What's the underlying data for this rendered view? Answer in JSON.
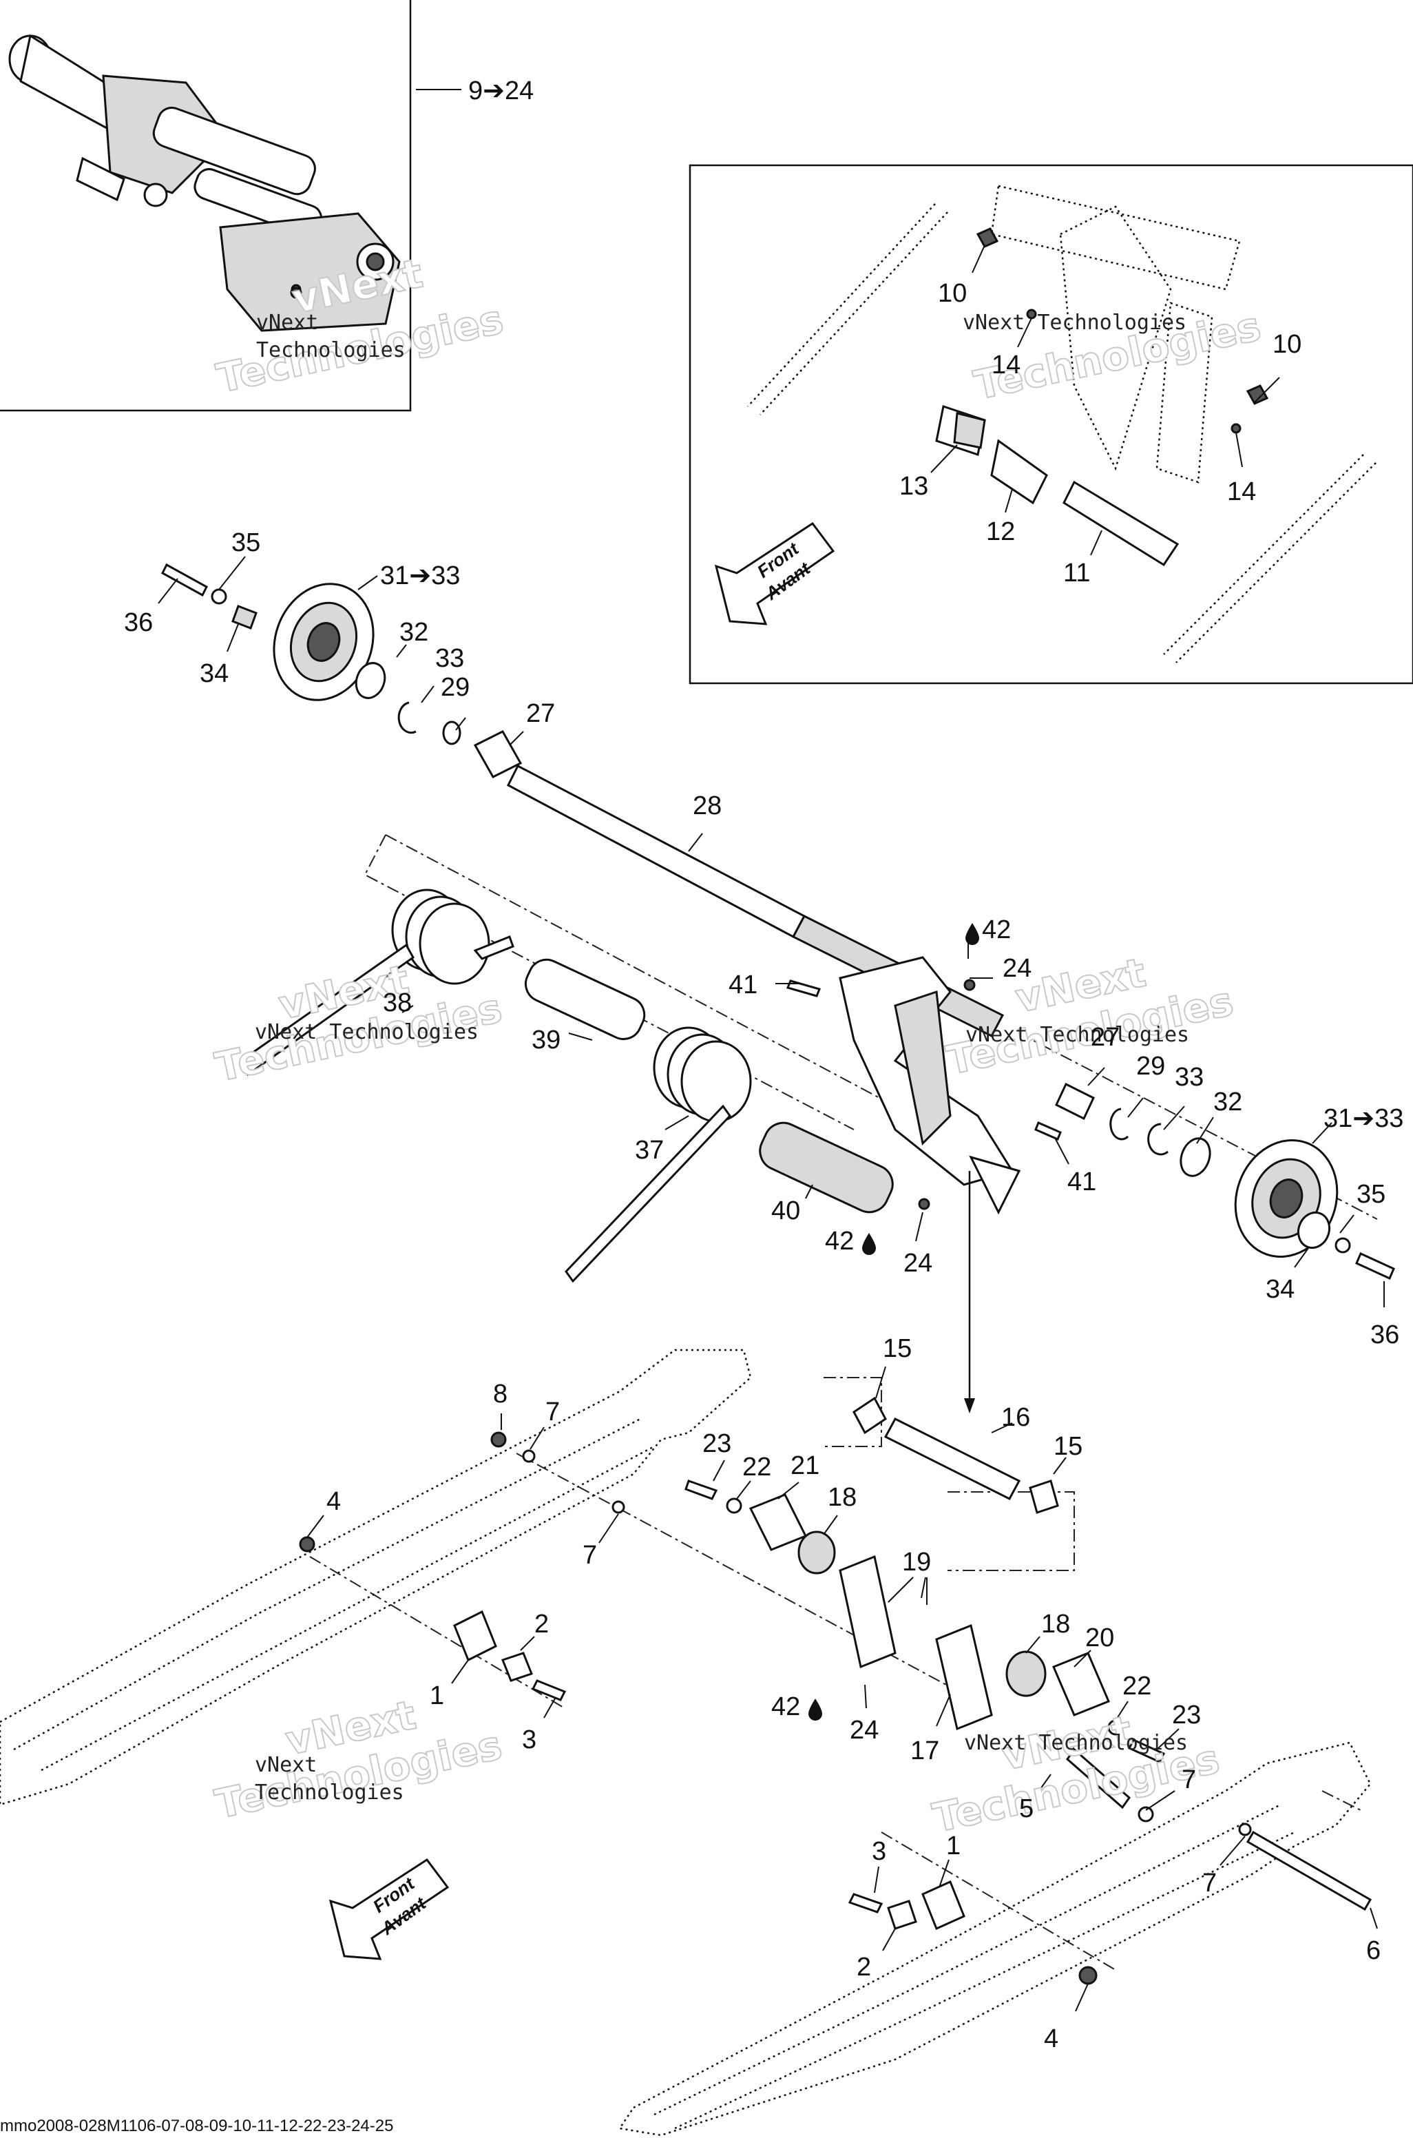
{
  "caption": "mmo2008-028M1106-07-08-09-10-11-12-22-23-24-25",
  "watermark": {
    "line1": "vNext",
    "line2": "Technologies",
    "full": "vNext Technologies"
  },
  "front_arrow": {
    "line1": "Front",
    "line2": "Avant"
  },
  "inset_reference": {
    "text": "9➔24"
  },
  "part_labels": [
    {
      "id": "p10a",
      "text": "10"
    },
    {
      "id": "p10b",
      "text": "10"
    },
    {
      "id": "p14a",
      "text": "14"
    },
    {
      "id": "p14b",
      "text": "14"
    },
    {
      "id": "p13",
      "text": "13"
    },
    {
      "id": "p12",
      "text": "12"
    },
    {
      "id": "p11",
      "text": "11"
    },
    {
      "id": "p35a",
      "text": "35"
    },
    {
      "id": "p36a",
      "text": "36"
    },
    {
      "id": "p34a",
      "text": "34"
    },
    {
      "id": "p31a",
      "text": "31➔33"
    },
    {
      "id": "p32a",
      "text": "32"
    },
    {
      "id": "p33a",
      "text": "33"
    },
    {
      "id": "p29a",
      "text": "29"
    },
    {
      "id": "p27a",
      "text": "27"
    },
    {
      "id": "p28",
      "text": "28"
    },
    {
      "id": "p42a",
      "text": "42"
    },
    {
      "id": "p24a",
      "text": "24"
    },
    {
      "id": "p41a",
      "text": "41"
    },
    {
      "id": "p38",
      "text": "38"
    },
    {
      "id": "p39",
      "text": "39"
    },
    {
      "id": "p37",
      "text": "37"
    },
    {
      "id": "p40",
      "text": "40"
    },
    {
      "id": "p27b",
      "text": "27"
    },
    {
      "id": "p29b",
      "text": "29"
    },
    {
      "id": "p33b",
      "text": "33"
    },
    {
      "id": "p32b",
      "text": "32"
    },
    {
      "id": "p31b",
      "text": "31➔33"
    },
    {
      "id": "p41b",
      "text": "41"
    },
    {
      "id": "p42b",
      "text": "42"
    },
    {
      "id": "p24b",
      "text": "24"
    },
    {
      "id": "p35b",
      "text": "35"
    },
    {
      "id": "p34b",
      "text": "34"
    },
    {
      "id": "p36b",
      "text": "36"
    },
    {
      "id": "p15a",
      "text": "15"
    },
    {
      "id": "p16",
      "text": "16"
    },
    {
      "id": "p15b",
      "text": "15"
    },
    {
      "id": "p8",
      "text": "8"
    },
    {
      "id": "p7a",
      "text": "7"
    },
    {
      "id": "p23a",
      "text": "23"
    },
    {
      "id": "p22a",
      "text": "22"
    },
    {
      "id": "p21",
      "text": "21"
    },
    {
      "id": "p18a",
      "text": "18"
    },
    {
      "id": "p4a",
      "text": "4"
    },
    {
      "id": "p7b",
      "text": "7"
    },
    {
      "id": "p19",
      "text": "19"
    },
    {
      "id": "p2a",
      "text": "2"
    },
    {
      "id": "p1a",
      "text": "1"
    },
    {
      "id": "p3a",
      "text": "3"
    },
    {
      "id": "p18b",
      "text": "18"
    },
    {
      "id": "p20",
      "text": "20"
    },
    {
      "id": "p22b",
      "text": "22"
    },
    {
      "id": "p23b",
      "text": "23"
    },
    {
      "id": "p42c",
      "text": "42"
    },
    {
      "id": "p24c",
      "text": "24"
    },
    {
      "id": "p17",
      "text": "17"
    },
    {
      "id": "p5",
      "text": "5"
    },
    {
      "id": "p7c",
      "text": "7"
    },
    {
      "id": "p3b",
      "text": "3"
    },
    {
      "id": "p1b",
      "text": "1"
    },
    {
      "id": "p2b",
      "text": "2"
    },
    {
      "id": "p7d",
      "text": "7"
    },
    {
      "id": "p6",
      "text": "6"
    },
    {
      "id": "p4b",
      "text": "4"
    }
  ]
}
